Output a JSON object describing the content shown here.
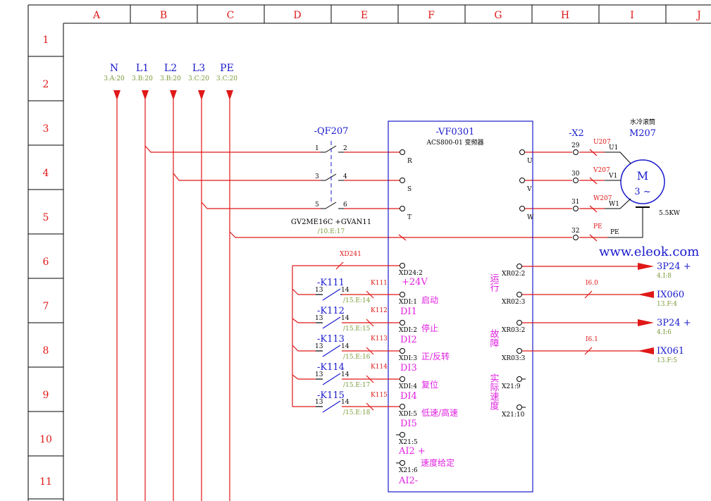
{
  "frame": {
    "columns": [
      "A",
      "B",
      "C",
      "D",
      "E",
      "F",
      "G",
      "H",
      "I",
      "J"
    ],
    "rows": [
      "1",
      "2",
      "3",
      "4",
      "5",
      "6",
      "7",
      "8",
      "9",
      "10",
      "11"
    ]
  },
  "supply": [
    {
      "name": "N",
      "ref": "3.A:20"
    },
    {
      "name": "L1",
      "ref": "3.B:20"
    },
    {
      "name": "L2",
      "ref": "3.B:20"
    },
    {
      "name": "L3",
      "ref": "3.C:20"
    },
    {
      "name": "PE",
      "ref": "3.C:20"
    }
  ],
  "breaker": {
    "tag": "-QF207",
    "model": "GV2ME16C +GVAN11",
    "ref": "/10.E:17",
    "pins": [
      "1",
      "2",
      "3",
      "4",
      "5",
      "6"
    ]
  },
  "vfd": {
    "tag": "-VF0301",
    "model": "ACS800-01 变频器",
    "inputs": [
      "R",
      "S",
      "T"
    ],
    "outputs": [
      "U",
      "V",
      "W"
    ]
  },
  "terminal": {
    "tag": "-X2",
    "pins": [
      "29",
      "30",
      "31",
      "32"
    ]
  },
  "motor": {
    "name": "水冷滚筒",
    "tag": "M207",
    "symbol": "M",
    "phase": "3 ~",
    "power": "5.5KW",
    "wires": [
      "U207",
      "V207",
      "W207",
      "PE"
    ],
    "terms": [
      "U1",
      "V1",
      "W1",
      "PE"
    ]
  },
  "watermark": "www.eleok.com",
  "inputs_left": {
    "xd": "XD241",
    "power_label": "+24V",
    "power_term": "XD24:2",
    "contacts": [
      {
        "tag": "-K111",
        "wire": "K111",
        "ref": "/15.E:14",
        "term": "XDI:1",
        "func": "启动",
        "di": "DI1"
      },
      {
        "tag": "-K112",
        "wire": "K112",
        "ref": "/15.E:15",
        "term": "XDI:2",
        "func": "停止",
        "di": "DI2"
      },
      {
        "tag": "-K113",
        "wire": "K113",
        "ref": "/15.E:16",
        "term": "XDI:3",
        "func": "正/反转",
        "di": "DI3"
      },
      {
        "tag": "-K114",
        "wire": "K114",
        "ref": "/15.E:17",
        "term": "XDI:4",
        "func": "复位",
        "di": "DI4"
      },
      {
        "tag": "-K115",
        "wire": "K115",
        "ref": "/15.E:18",
        "term": "XDI:5",
        "func": "低速/高速",
        "di": "DI5"
      }
    ],
    "pin_a": "13",
    "pin_b": "14",
    "analog": [
      {
        "term": "X21:5",
        "label": "AI2 +"
      },
      {
        "term": "X21:6",
        "label": "AI2-"
      }
    ],
    "analog_func": "速度给定"
  },
  "outputs_right": {
    "run_label": "运行",
    "fault_label": "故障",
    "speed_label": "实际速度",
    "terms": [
      "XR02:2",
      "XR02:3",
      "XR03:2",
      "XR03:3",
      "X21:9",
      "X21:10"
    ],
    "signals": [
      {
        "name": "3P24 +",
        "ref": "4.I:8"
      },
      {
        "name": "IX060",
        "ref": "13.F:4",
        "wire": "I6.0"
      },
      {
        "name": "3P24 +",
        "ref": "4.I:6"
      },
      {
        "name": "IX061",
        "ref": "13.F:5",
        "wire": "I6.1"
      }
    ]
  }
}
